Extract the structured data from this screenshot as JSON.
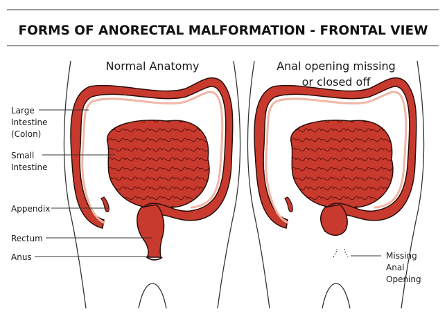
{
  "title": "FORMS OF ANORECTAL MALFORMATION - FRONTAL VIEW",
  "panels": {
    "left": {
      "heading": "Normal Anatomy"
    },
    "right": {
      "heading_line1": "Anal opening missing",
      "heading_line2": "or closed off"
    }
  },
  "labels": {
    "large_intestine": [
      "Large",
      "Intestine",
      "(Colon)"
    ],
    "small_intestine": [
      "Small",
      "Intestine"
    ],
    "appendix": "Appendix",
    "rectum": "Rectum",
    "anus": "Anus",
    "missing_anal_opening": [
      "Missing",
      "Anal",
      "Opening"
    ]
  },
  "colors": {
    "organ_fill": "#c8392e",
    "organ_outline": "#2b0d08",
    "colon_stripe": "#f0b6a6",
    "body_outline": "#333333"
  }
}
